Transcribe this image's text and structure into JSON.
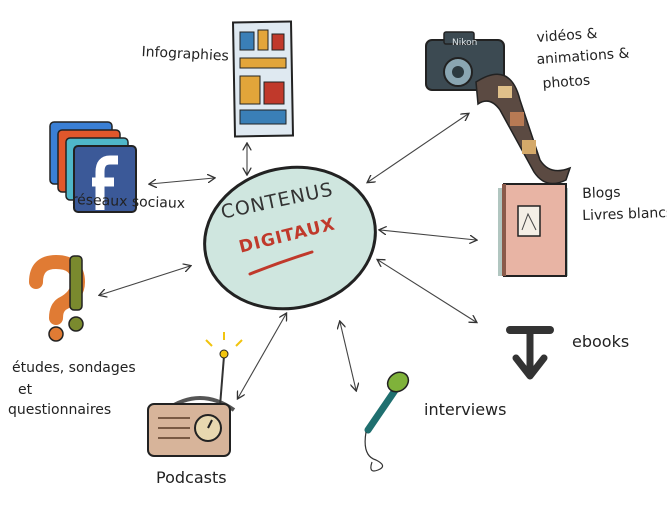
{
  "center": {
    "line1": "CONTENUS",
    "line2": "DIGITAUX"
  },
  "nodes": {
    "infographies": "Infographies",
    "videos": [
      "vidéos &",
      "animations &",
      "photos"
    ],
    "blogs": [
      "Blogs",
      "Livres blancs"
    ],
    "ebooks": "ebooks",
    "interviews": "interviews",
    "podcasts": "Podcasts",
    "etudes": [
      "études, sondages",
      "et",
      "questionnaires"
    ],
    "reseaux": "réseaux sociaux"
  },
  "camera_brand": "Nikon",
  "colors": {
    "ellipse_fill": "#cfe6df",
    "accent_red": "#c0392b",
    "facebook_blue": "#3b5998",
    "mic_green": "#7fb23a"
  }
}
